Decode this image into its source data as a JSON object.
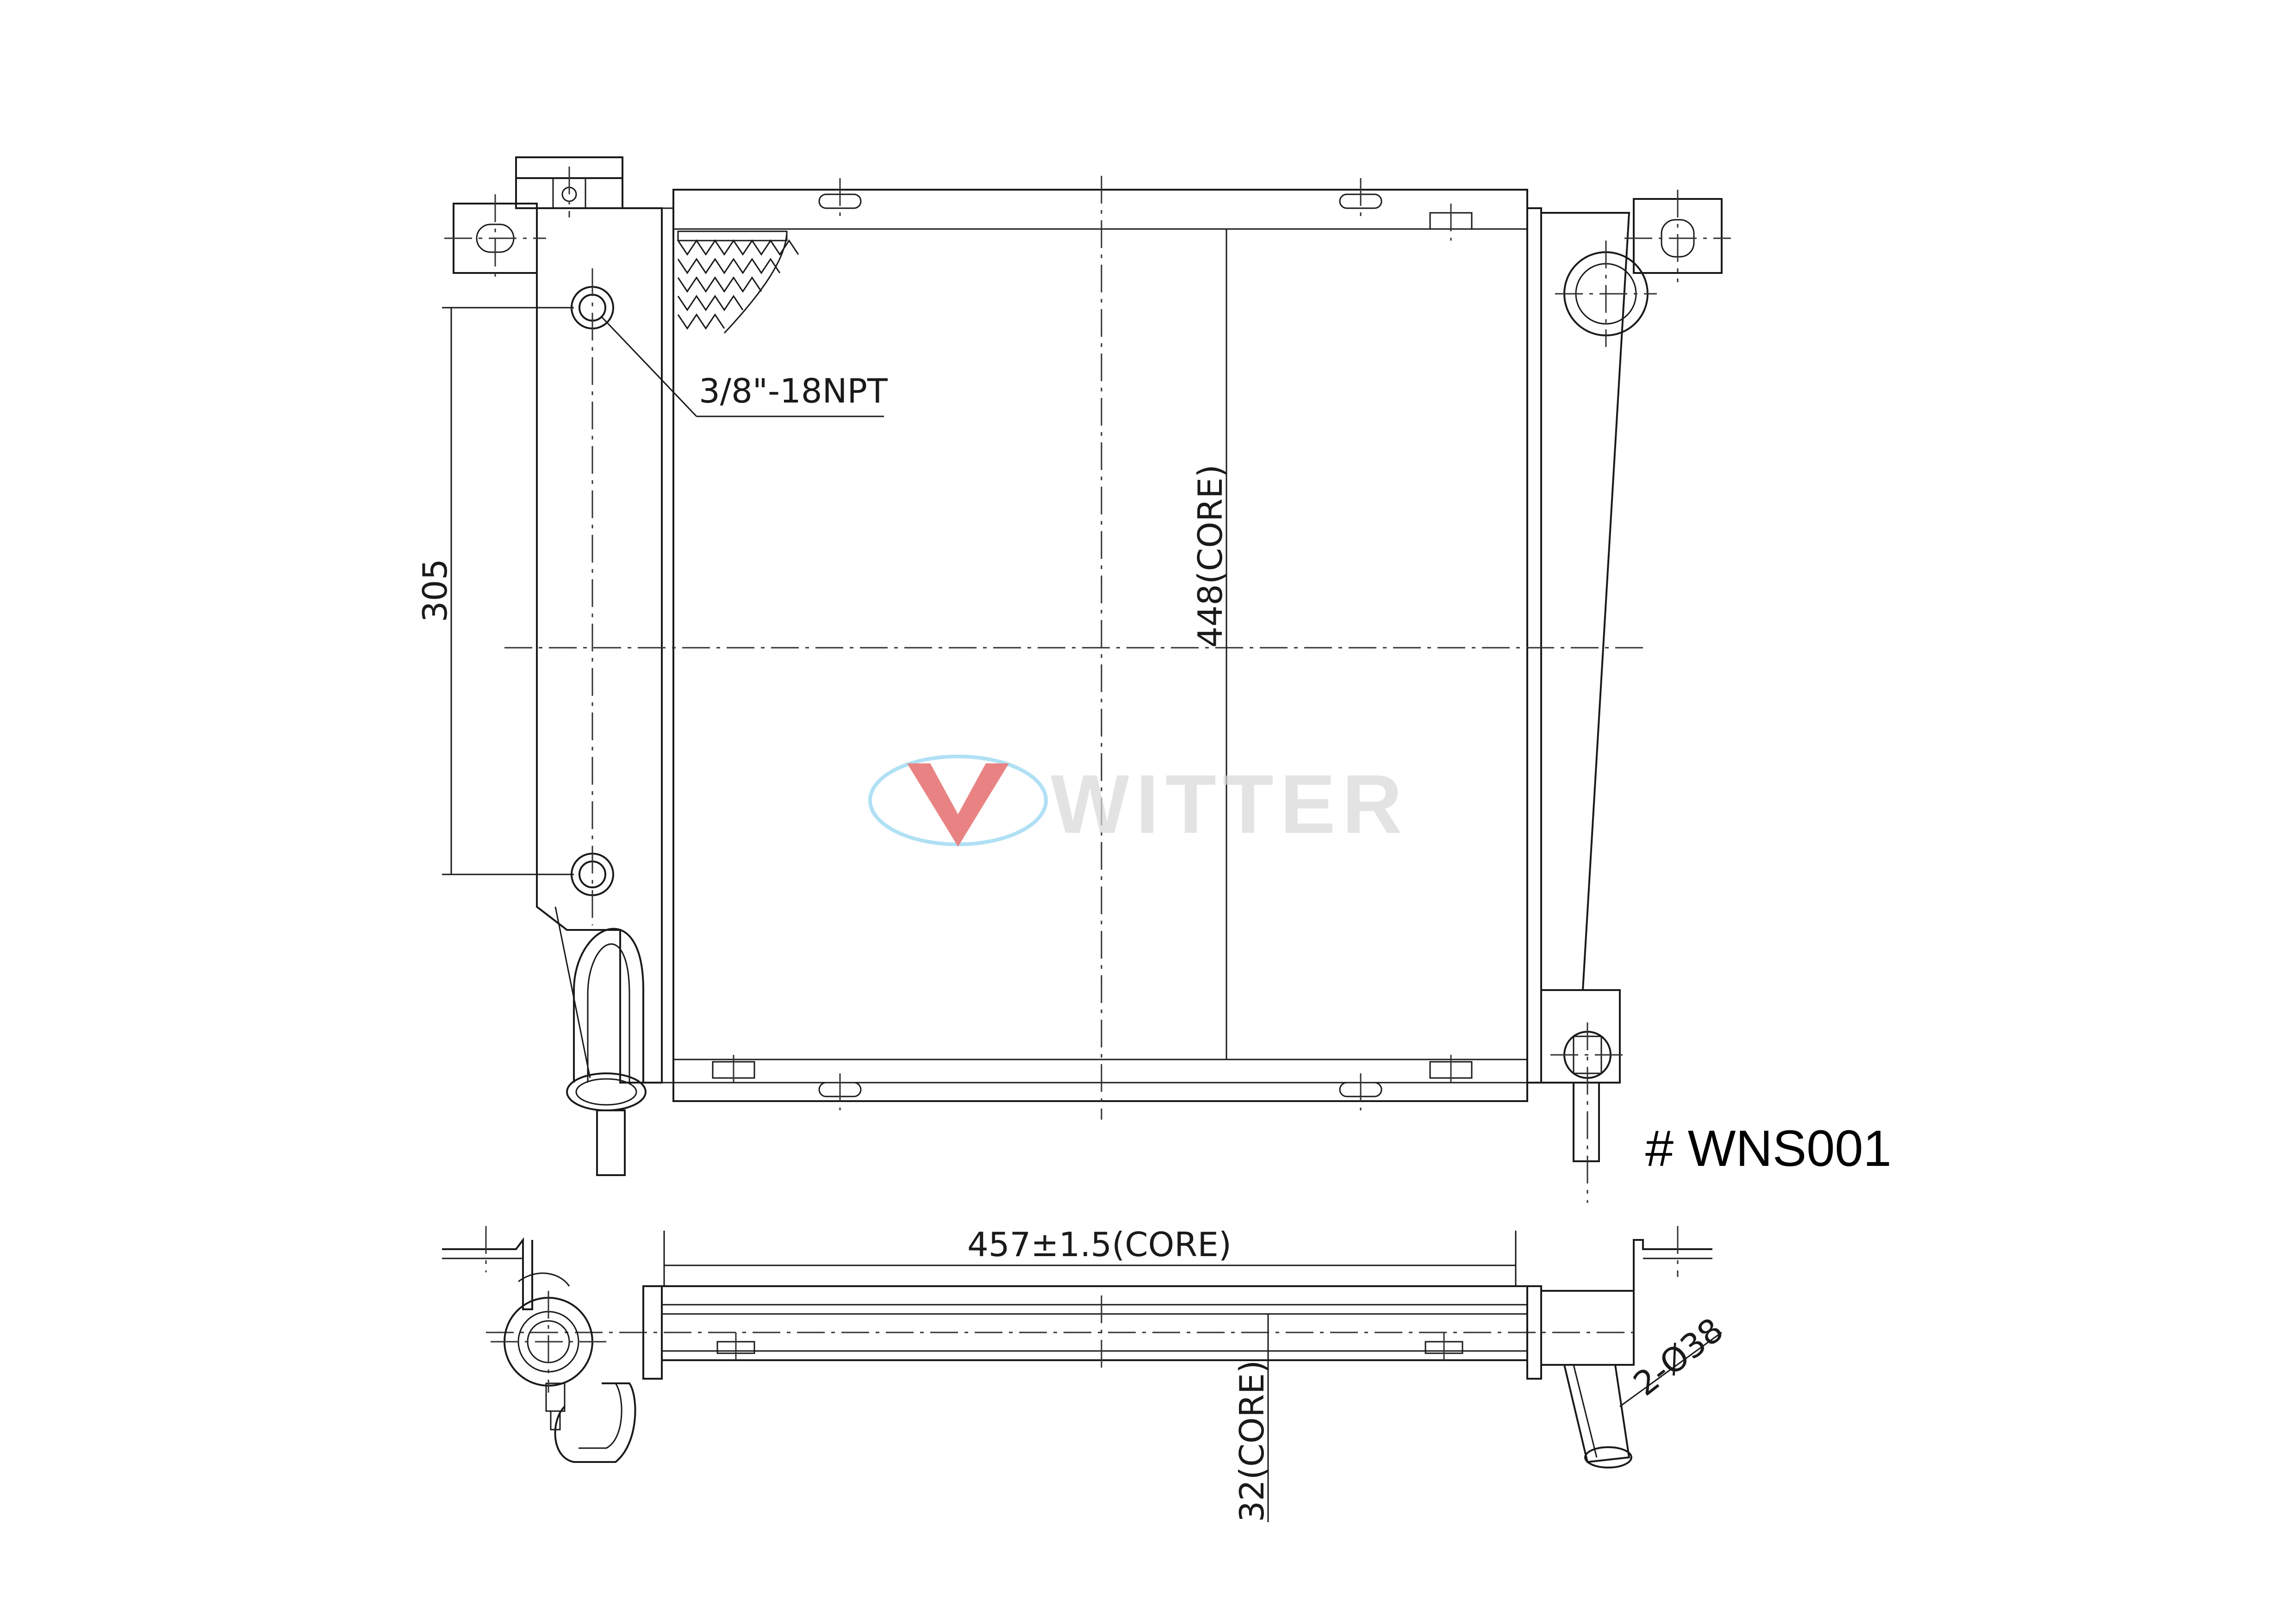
{
  "watermark": {
    "brand": "WITTER"
  },
  "part_number": "# WNS001",
  "front_view": {
    "fitting_callout": "3/8\"-18NPT",
    "dim_mount_spacing": "305",
    "dim_core_height": "448(CORE)"
  },
  "top_view": {
    "dim_core_width": "457±1.5(CORE)",
    "dim_core_thickness": "32(CORE)",
    "dim_outlet": "2-Ø38"
  },
  "colors": {
    "line": "#1a1a1a",
    "watermark_gray": "#d8d8d8",
    "watermark_blue": "#8fd3f0",
    "watermark_red": "#e05050"
  }
}
